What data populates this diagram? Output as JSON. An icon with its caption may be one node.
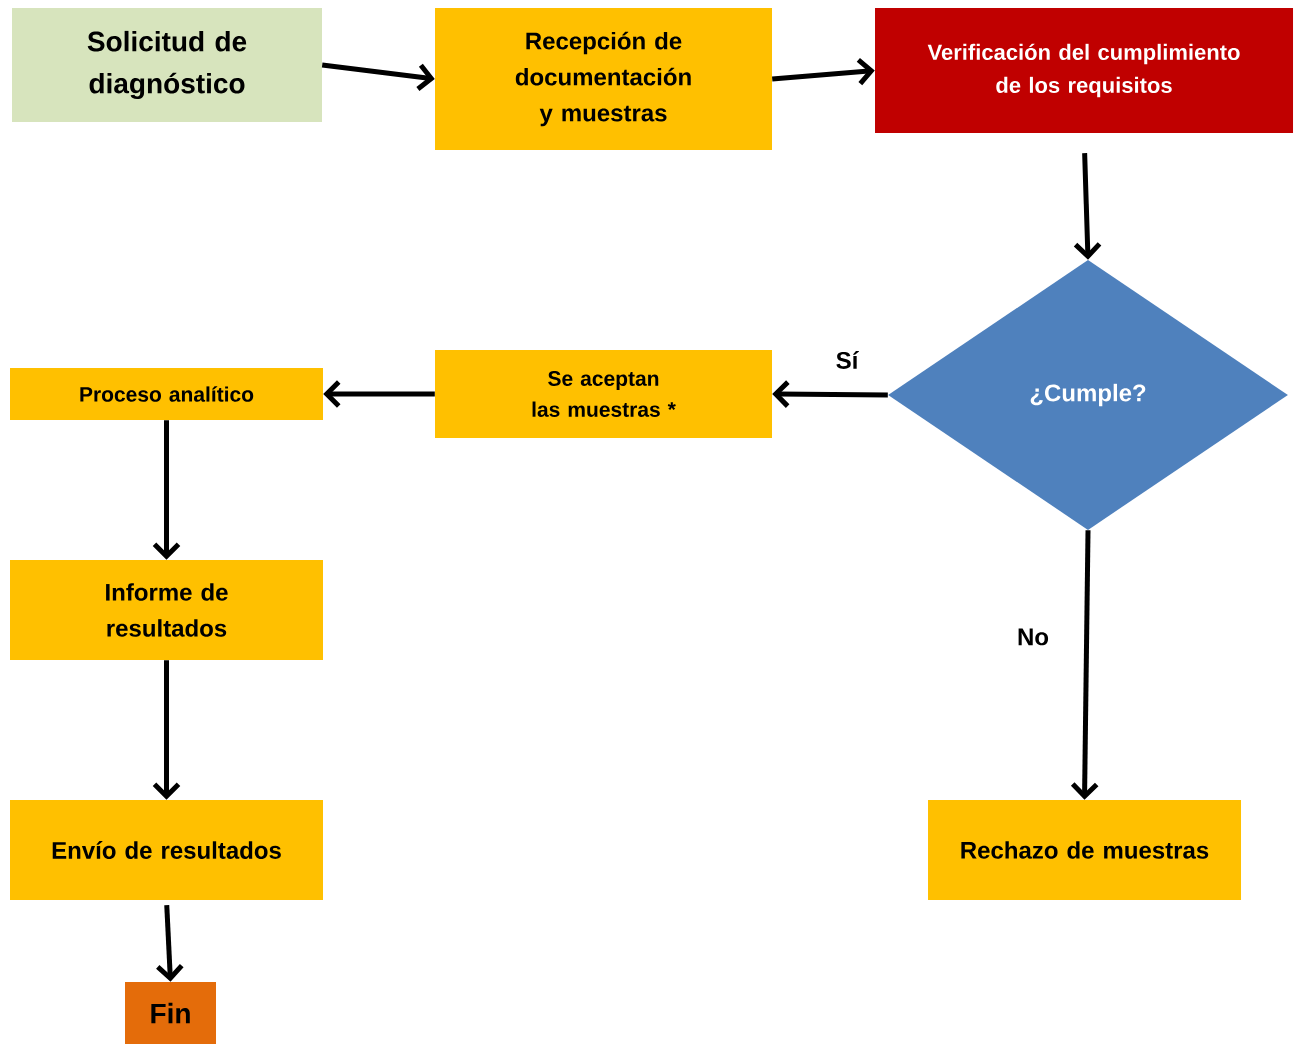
{
  "diagram": {
    "nodes": [
      {
        "text": [
          "Solicitud de diagnóstico"
        ]
      },
      {
        "text": [
          "Recepción de documentación y muestras"
        ]
      },
      {
        "text": [
          "Verificación del cumplimiento de los requisitos"
        ]
      },
      {
        "text": [
          "¿Cumple?"
        ]
      },
      {
        "text": [
          "Se aceptan las muestras *"
        ]
      },
      {
        "text": [
          "Proceso analítico"
        ]
      },
      {
        "text": [
          "Informe de resultados"
        ]
      },
      {
        "text": [
          "Envío de resultados"
        ]
      },
      {
        "text": [
          "Fin"
        ]
      },
      {
        "text": [
          "Rechazo de muestras"
        ]
      }
    ],
    "edges": [
      {
        "from": 0,
        "to": 1,
        "arrow": "to"
      },
      {
        "from": 1,
        "to": 2,
        "arrow": "to"
      },
      {
        "from": 2,
        "to": 3,
        "arrow": "to"
      },
      {
        "from": 3,
        "to": 4,
        "arrow": "to",
        "label": "Sí"
      },
      {
        "from": 4,
        "to": 5,
        "arrow": "to"
      },
      {
        "from": 5,
        "to": 6,
        "arrow": "to"
      },
      {
        "from": 6,
        "to": 7,
        "arrow": "to"
      },
      {
        "from": 7,
        "to": 8,
        "arrow": "to"
      },
      {
        "from": 3,
        "to": 9,
        "arrow": "to",
        "label": "No"
      }
    ]
  }
}
